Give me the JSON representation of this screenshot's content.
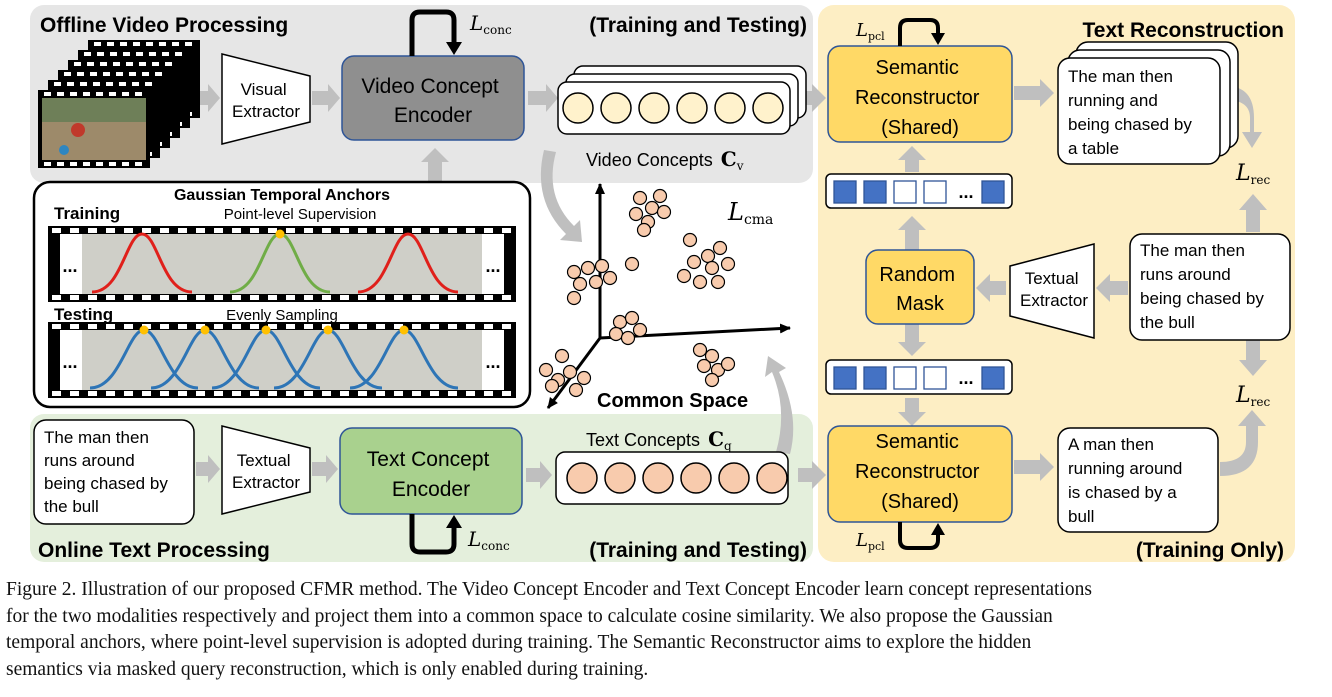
{
  "figure": {
    "offline_title": "Offline Video Processing",
    "online_title": "Online Text Processing",
    "training_testing_top": "(Training and Testing)",
    "training_testing_bottom": "(Training and Testing)",
    "text_reconstruction_title": "Text Reconstruction",
    "training_only": "(Training Only)",
    "visual_extractor": [
      "Visual",
      "Extractor"
    ],
    "video_concept_encoder": [
      "Video Concept",
      "Encoder"
    ],
    "text_concept_encoder": [
      "Text Concept",
      "Encoder"
    ],
    "textual_extractor_bottom": [
      "Textual",
      "Extractor"
    ],
    "textual_extractor_right": [
      "Textual",
      "Extractor"
    ],
    "semantic_reconstructor_top": [
      "Semantic",
      "Reconstructor",
      "(Shared)"
    ],
    "semantic_reconstructor_bottom": [
      "Semantic",
      "Reconstructor",
      "(Shared)"
    ],
    "random_mask": [
      "Random",
      "Mask"
    ],
    "video_concepts_label": "Video Concepts",
    "video_concepts_symbol": "C",
    "video_concepts_sub": "v",
    "text_concepts_label": "Text Concepts",
    "text_concepts_symbol": "C",
    "text_concepts_sub": "q",
    "common_space": "Common Space",
    "gaussian_title": "Gaussian Temporal Anchors",
    "training_label": "Training",
    "point_supervision": "Point-level Supervision",
    "testing_label": "Testing",
    "evenly_sampling": "Evenly Sampling",
    "ellipsis": "...",
    "query_bottom_left": [
      "The man then",
      "runs around",
      "being chased by",
      "the bull"
    ],
    "query_right": [
      "The man then",
      "runs around",
      "being chased by",
      "the bull"
    ],
    "recon_top": [
      "The man then",
      "running and",
      "being chased by",
      "a table"
    ],
    "recon_bottom": [
      "A man then",
      "running around",
      "is chased by a",
      "bull"
    ],
    "loss_L": "L",
    "loss_conc": "conc",
    "loss_pcl": "pcl",
    "loss_rec": "rec",
    "loss_cma": "cma",
    "mask_dots": "..."
  },
  "caption": {
    "lines": [
      "Figure 2. Illustration of our proposed CFMR method. The Video Concept Encoder and Text Concept Encoder learn concept representations",
      "for the two modalities respectively and project them into a common space to calculate cosine similarity. We also propose the Gaussian",
      "temporal anchors, where point-level supervision is adopted during training. The Semantic Reconstructor aims to explore the hidden",
      "semantics via masked query reconstruction, which is only enabled during training."
    ]
  },
  "colors": {
    "offline_bg": "#e6e6e6",
    "online_bg": "#e4efdc",
    "recon_bg": "#fdeec4",
    "video_encoder": "#8f8f8f",
    "text_encoder": "#a9d18e",
    "reconstructor": "#ffd966",
    "video_concept_circle": "#fff2cc",
    "text_concept_circle": "#f8cbad",
    "mask_blue": "#4472c4",
    "arrow_gray": "#bfbfbf",
    "gauss_red": "#e0201b",
    "gauss_green": "#70ad47",
    "gauss_blue": "#2e75b6",
    "anchor_dot": "#ffc000"
  }
}
